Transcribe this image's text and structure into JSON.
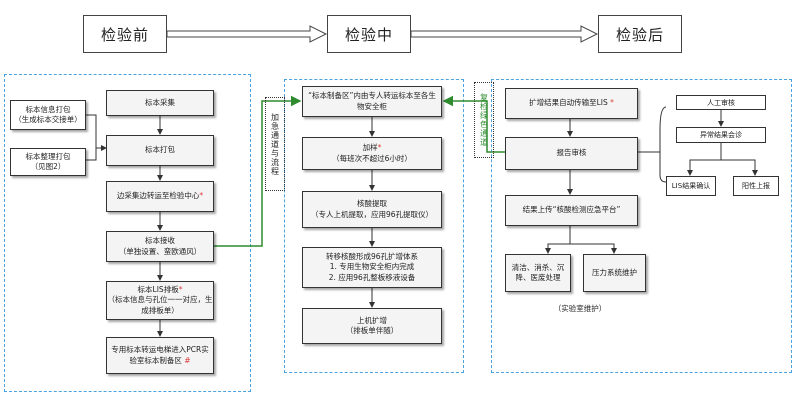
{
  "phases": {
    "before": "检验前",
    "during": "检验中",
    "after": "检验后"
  },
  "pre": {
    "side_info_pack": "标本信息打包\n（生成标本交接单）",
    "side_sort_pack": "标本整理打包\n（见图2）",
    "collect": "标本采集",
    "pack": "标本打包",
    "transport": "边采集边转运至检验中心",
    "receive_title": "标本接收",
    "receive_sub": "（单独设置、蛮欧通风）",
    "lis_title": "标本LIS排板",
    "lis_sub": "（标本信息与孔位一一对应，生成排板单）",
    "elevator": "专用标本转运电梯进入PCR实验室标本制备区"
  },
  "mid": {
    "side_rush": "加急通道与流程",
    "prep_area": "“标本制备区”内由专人转运标本至各生物安全柜",
    "sample_title": "加样",
    "sample_sub": "（每班次不超过6小时）",
    "extract_title": "核酸提取",
    "extract_sub": "（专人上机提取，应用96孔提取仪）",
    "amp_system_title": "转移核酸形成96孔扩增体系",
    "amp_system_line1": "1. 专用生物安全柜内完成",
    "amp_system_line2": "2. 应用96孔整板移液设备",
    "machine_title": "上机扩增",
    "machine_sub": "（排板单伴随）"
  },
  "post": {
    "side_recheck": "复检绿色通道",
    "auto_transfer": "扩增结果自动传输至LIS",
    "report_review": "报告审核",
    "upload": "结果上传“核酸检测应急平台”",
    "clean": "清洁、消杀、沉降、医废处理",
    "pressure": "压力系统维护",
    "maintenance_caption": "（实验室维护）",
    "manual_review": "人工审核",
    "abnormal_consult": "异常结果会诊",
    "lis_confirm": "LIS结果确认",
    "positive_report": "阳性上报"
  },
  "marks": {
    "asterisk": "*",
    "hash": "#"
  },
  "colors": {
    "dash_border": "#4aa3df",
    "green_arrow": "#2e8b2e",
    "red_mark": "#e23b3b"
  }
}
